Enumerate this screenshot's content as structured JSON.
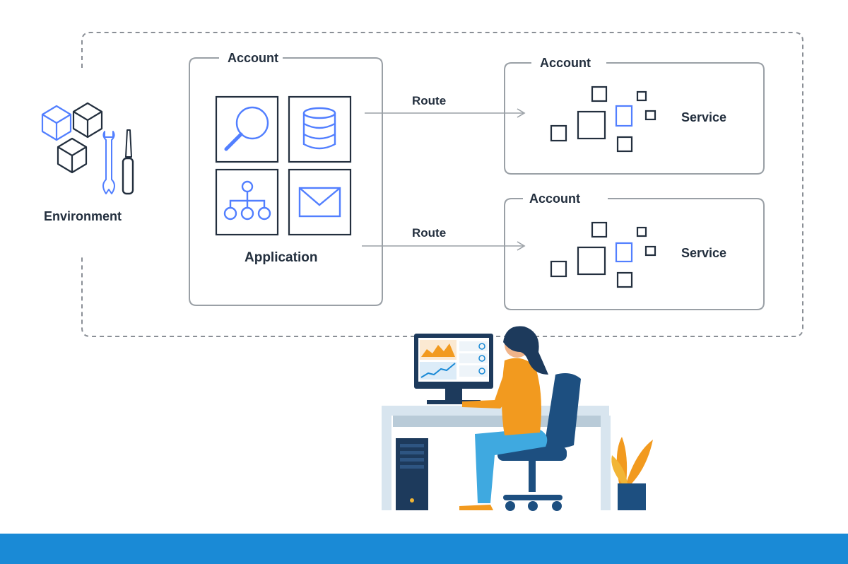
{
  "environment": {
    "label": "Environment"
  },
  "application_box": {
    "account_label": "Account",
    "label": "Application",
    "icons": [
      "search-icon",
      "database-icon",
      "hierarchy-icon",
      "mail-icon"
    ]
  },
  "routes": [
    {
      "label": "Route"
    },
    {
      "label": "Route"
    }
  ],
  "service_accounts": [
    {
      "account_label": "Account",
      "service_label": "Service"
    },
    {
      "account_label": "Account",
      "service_label": "Service"
    }
  ],
  "colors": {
    "accent_blue": "#527fff",
    "dark_navy": "#232f3e",
    "footer_blue": "#1a8ad6",
    "illustration_orange": "#f29a1f",
    "illustration_navy": "#1d4f80"
  }
}
